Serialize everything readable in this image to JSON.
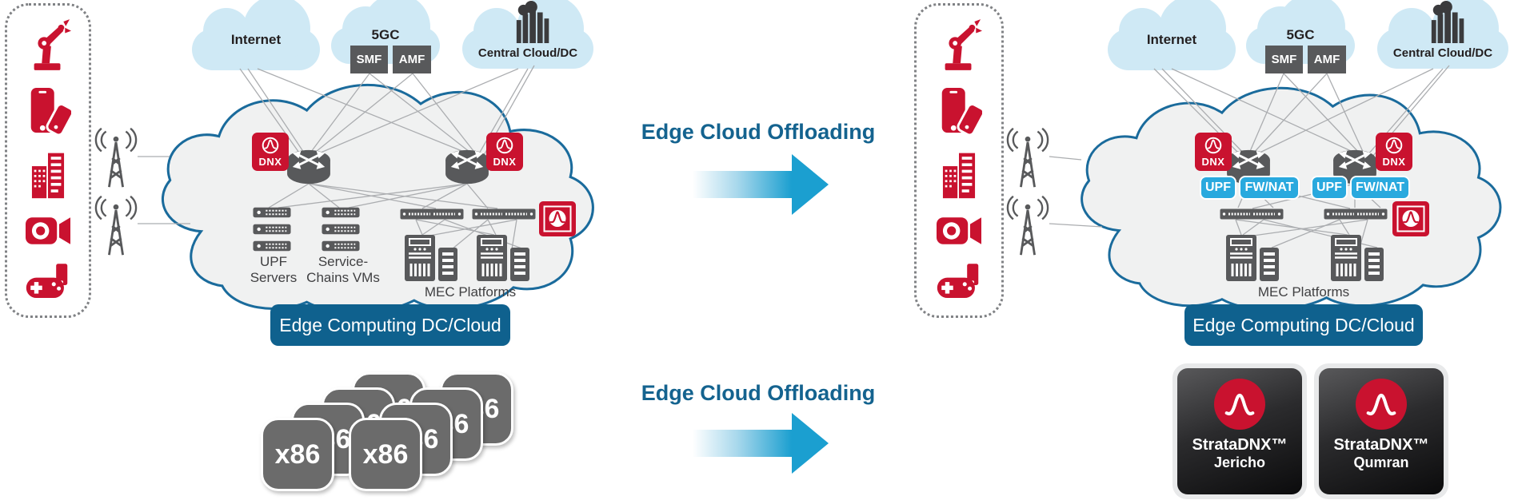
{
  "middle": {
    "offload_title_top": "Edge Cloud Offloading",
    "offload_title_bottom": "Edge Cloud Offloading"
  },
  "left": {
    "clouds": {
      "internet": "Internet",
      "core": "5GC",
      "smf": "SMF",
      "amf": "AMF",
      "central": "Central Cloud/DC"
    },
    "dnx_badge": "DNX",
    "upf_servers": {
      "line1": "UPF",
      "line2": "Servers"
    },
    "service_chains": {
      "line1": "Service-",
      "line2": "Chains VMs"
    },
    "mec_label": "MEC Platforms",
    "banner": "Edge Computing DC/Cloud",
    "x86_label": "x86"
  },
  "right": {
    "clouds": {
      "internet": "Internet",
      "core": "5GC",
      "smf": "SMF",
      "amf": "AMF",
      "central": "Central Cloud/DC"
    },
    "dnx_badge": "DNX",
    "nf_boxes": {
      "upf": "UPF",
      "fwnat": "FW/NAT"
    },
    "mec_label": "MEC Platforms",
    "banner": "Edge Computing DC/Cloud",
    "chips": [
      {
        "brand": "StrataDNX™",
        "model": "Jericho"
      },
      {
        "brand": "StrataDNX™",
        "model": "Qumran"
      }
    ]
  },
  "colors": {
    "brand_red": "#C9122F",
    "equipment_gray": "#58595B",
    "small_cloud_blue": "#CFE9F5",
    "big_cloud_fill": "#F0F1F1",
    "big_cloud_stroke": "#1A6B9C",
    "banner_blue": "#0F618E",
    "title_blue": "#14638F",
    "arrow_cyan": "#1B9FD0",
    "nf_box_cyan": "#29A9DE",
    "line_gray": "#ABADB0"
  }
}
